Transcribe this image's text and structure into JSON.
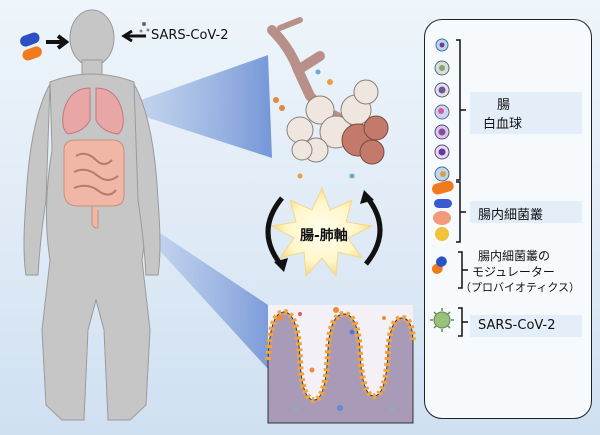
{
  "virus_label": "SARS-CoV-2",
  "axis_label": "腸-肺軸",
  "legend": {
    "groups": [
      {
        "line1": "腸",
        "line2": "白血球"
      },
      {
        "line1": "腸内細菌叢"
      },
      {
        "line1": "腸内細菌叢の",
        "line2": "モジュレーター",
        "line3": "（プロバイオティクス）"
      },
      {
        "line1": "SARS-CoV-2"
      }
    ]
  },
  "colors": {
    "body": "#c9c9c9",
    "lung": "#e8a6a6",
    "intestine": "#f0b7a6",
    "beam": "#8aa8dd",
    "capsule_blue": "#2b4fc4",
    "capsule_orange": "#f07a1c"
  }
}
